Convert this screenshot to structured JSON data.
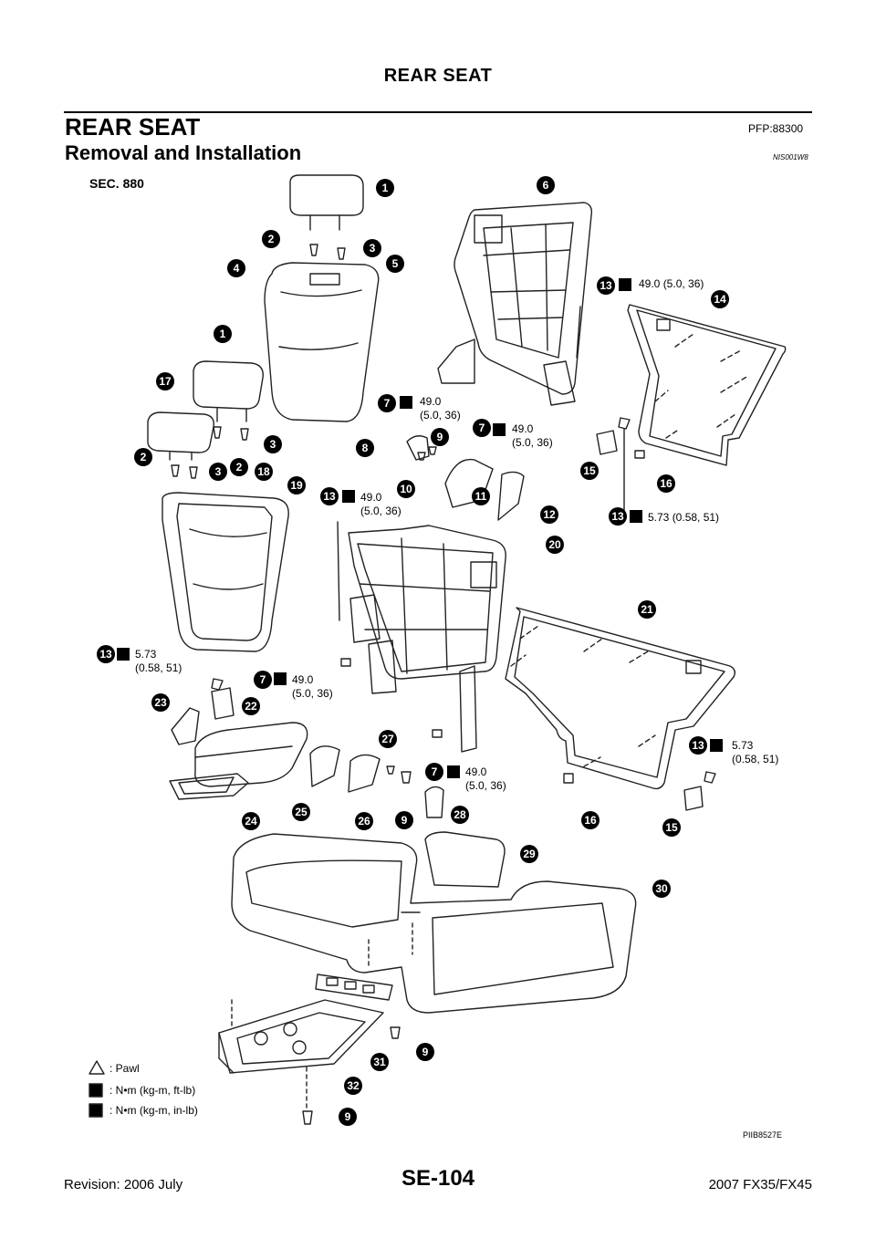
{
  "header": {
    "title": "REAR SEAT"
  },
  "section": {
    "title": "REAR SEAT",
    "pfp": "PFP:88300"
  },
  "subsection": {
    "title": "Removal and Installation",
    "code": "NIS001W8"
  },
  "diagram": {
    "section_ref": "SEC. 880",
    "figure_code": "PIIB8527E",
    "callouts": [
      "1",
      "2",
      "3",
      "4",
      "5",
      "6",
      "1",
      "17",
      "3",
      "2",
      "2",
      "3",
      "18",
      "19",
      "8",
      "9",
      "10",
      "11",
      "12",
      "7",
      "7",
      "13",
      "14",
      "15",
      "16",
      "13",
      "13",
      "20",
      "21",
      "13",
      "7",
      "23",
      "22",
      "24",
      "25",
      "26",
      "27",
      "9",
      "28",
      "7",
      "13",
      "16",
      "15",
      "29",
      "30",
      "31",
      "9",
      "32",
      "9"
    ],
    "torque_labels": [
      "49.0 (5.0, 36)",
      "49.0\n(5.0, 36)",
      "49.0\n(5.0, 36)",
      "49.0\n(5.0, 36)",
      "5.73 (0.58, 51)",
      "5.73\n(0.58, 51)",
      "49.0\n(5.0, 36)",
      "49.0\n(5.0, 36)",
      "5.73\n(0.58, 51)"
    ]
  },
  "legend": {
    "pawl": ": Pawl",
    "ftlb": ": N•m (kg-m, ft-lb)",
    "inlb": ": N•m (kg-m, in-lb)"
  },
  "footer": {
    "page": "SE-104",
    "revision": "Revision: 2006 July",
    "model": "2007 FX35/FX45"
  }
}
